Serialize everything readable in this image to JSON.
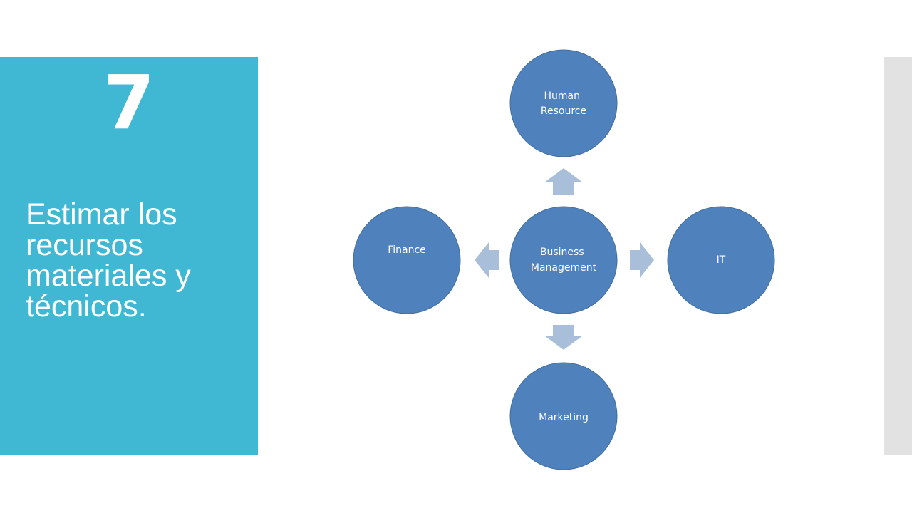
{
  "slide": {
    "number": "7",
    "title": "Estimar los recursos materiales y técnicos."
  },
  "colors": {
    "accent": "#41b8d3",
    "node": "#4f81bd",
    "arrow": "#a9bfd9",
    "side_bar": "#e2e2e2"
  },
  "diagram": {
    "center": {
      "lines": [
        "Business",
        "Management"
      ]
    },
    "top": {
      "lines": [
        "Human",
        "Resource"
      ]
    },
    "right": {
      "lines": [
        "IT"
      ]
    },
    "bottom": {
      "lines": [
        "Marketing"
      ]
    },
    "left": {
      "lines": [
        "Finance"
      ]
    }
  }
}
